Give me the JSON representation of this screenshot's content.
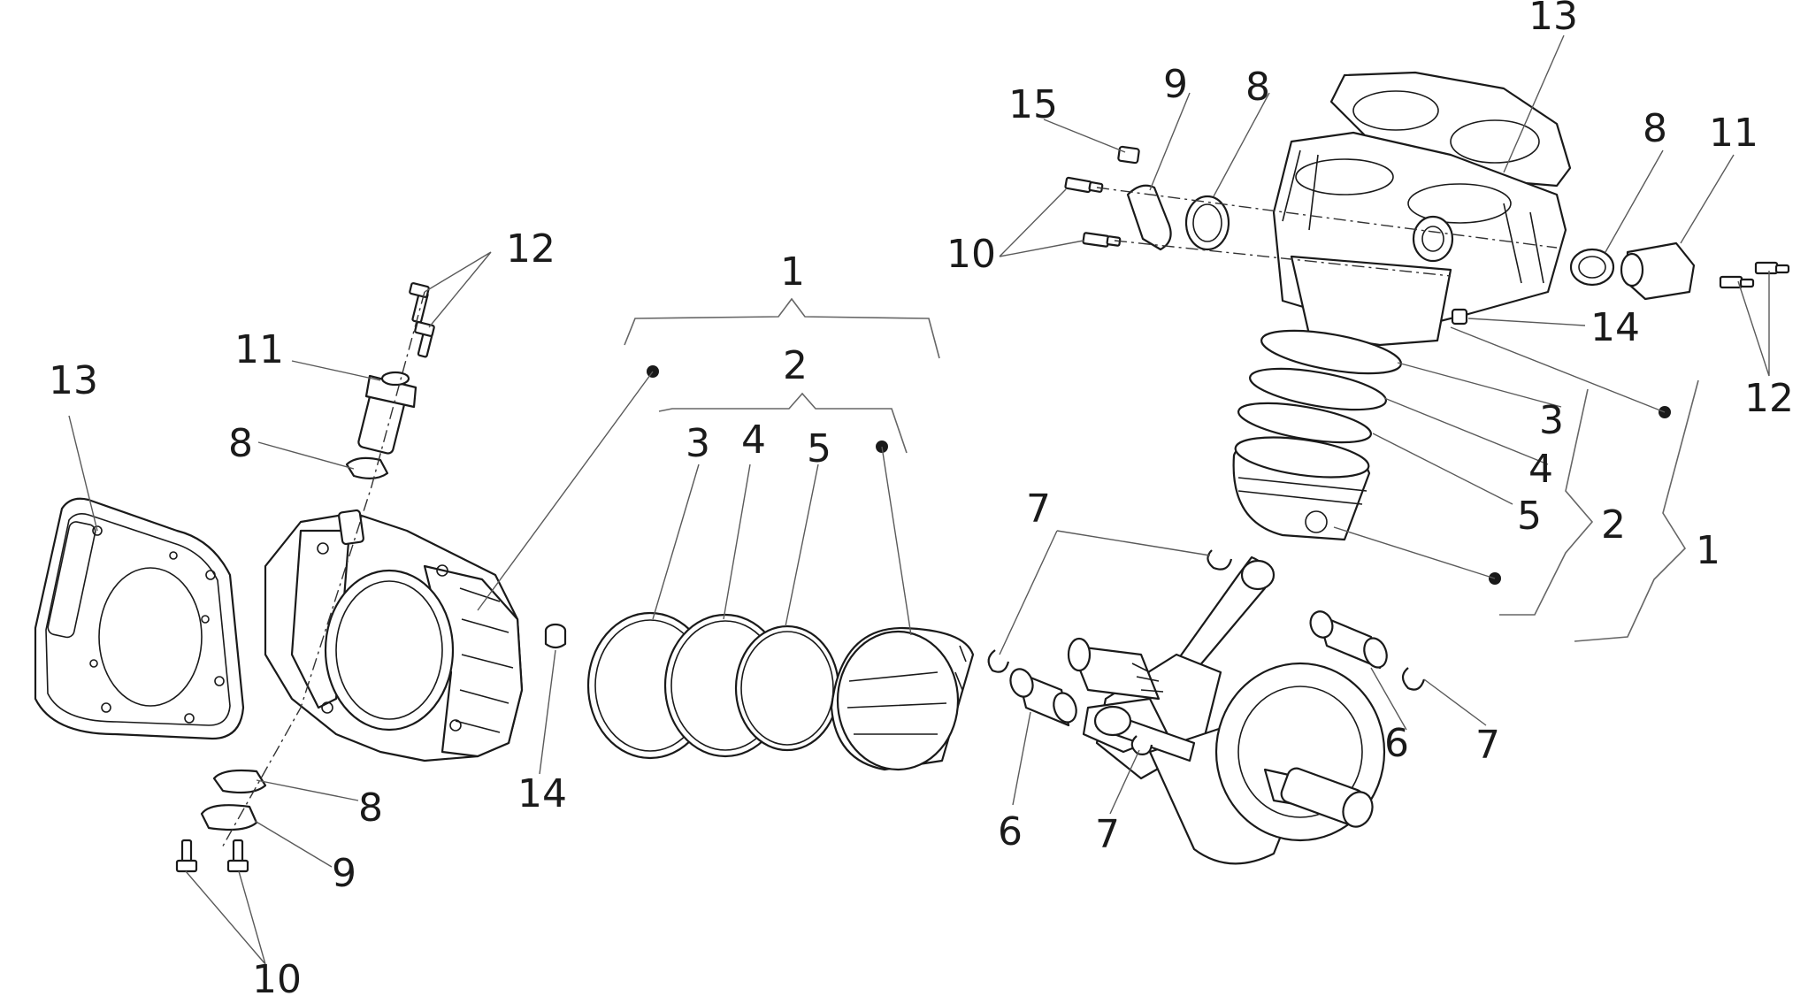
{
  "callouts": [
    {
      "id": "l-13",
      "text": "13"
    },
    {
      "id": "l-11",
      "text": "11"
    },
    {
      "id": "l-12",
      "text": "12"
    },
    {
      "id": "l-8a",
      "text": "8"
    },
    {
      "id": "l-8b",
      "text": "8"
    },
    {
      "id": "l-9",
      "text": "9"
    },
    {
      "id": "l-10",
      "text": "10"
    },
    {
      "id": "l-14",
      "text": "14"
    },
    {
      "id": "c-1",
      "text": "1"
    },
    {
      "id": "c-2",
      "text": "2"
    },
    {
      "id": "c-3",
      "text": "3"
    },
    {
      "id": "c-4",
      "text": "4"
    },
    {
      "id": "c-5",
      "text": "5"
    },
    {
      "id": "r-15",
      "text": "15"
    },
    {
      "id": "r-9",
      "text": "9"
    },
    {
      "id": "r-8a",
      "text": "8"
    },
    {
      "id": "r-13",
      "text": "13"
    },
    {
      "id": "r-8b",
      "text": "8"
    },
    {
      "id": "r-11",
      "text": "11"
    },
    {
      "id": "r-10",
      "text": "10"
    },
    {
      "id": "r-14",
      "text": "14"
    },
    {
      "id": "r-12",
      "text": "12"
    },
    {
      "id": "r-3",
      "text": "3"
    },
    {
      "id": "r-4",
      "text": "4"
    },
    {
      "id": "r-5",
      "text": "5"
    },
    {
      "id": "r-2",
      "text": "2"
    },
    {
      "id": "r-1",
      "text": "1"
    },
    {
      "id": "r-7a",
      "text": "7"
    },
    {
      "id": "r-6a",
      "text": "6"
    },
    {
      "id": "r-7b",
      "text": "7"
    },
    {
      "id": "r-6b",
      "text": "6"
    },
    {
      "id": "r-7c",
      "text": "7"
    }
  ]
}
